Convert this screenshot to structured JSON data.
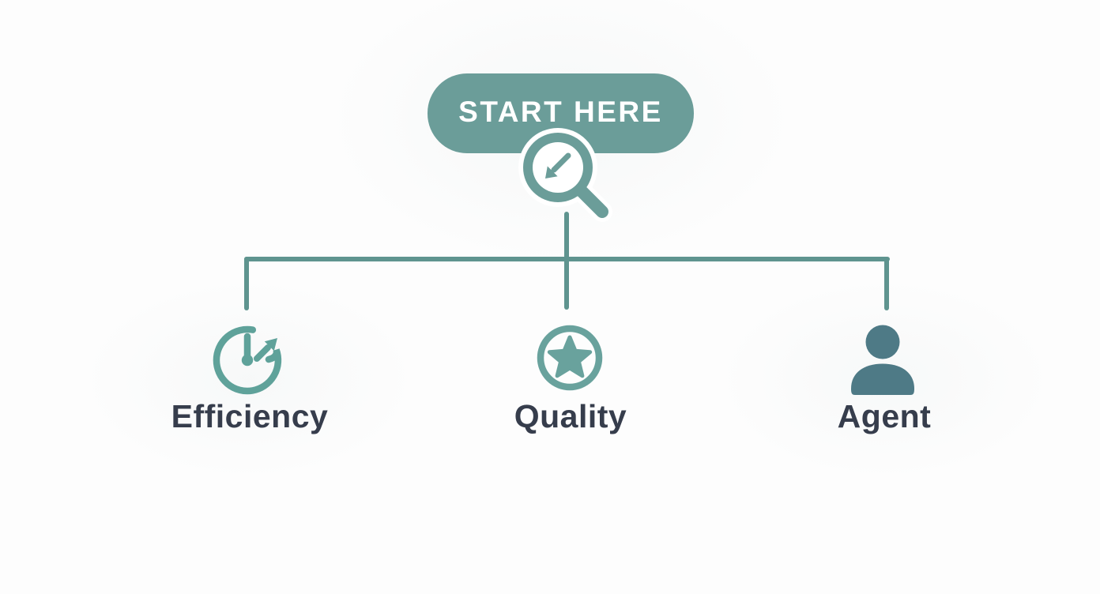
{
  "diagram": {
    "start": {
      "label": "START HERE",
      "icon": "magnifier-arrow-down-left-icon"
    },
    "branches": [
      {
        "id": "efficiency",
        "label": "Efficiency",
        "icon": "timer-arrow-icon"
      },
      {
        "id": "quality",
        "label": "Quality",
        "icon": "star-badge-icon"
      },
      {
        "id": "agent",
        "label": "Agent",
        "icon": "person-icon"
      }
    ],
    "colors": {
      "pill_background": "#6B9D99",
      "pill_text": "#FFFFFF",
      "connector": "#5F948F",
      "efficiency_icon": "#5FA29A",
      "quality_icon": "#69A29D",
      "agent_icon": "#4E7A86",
      "label_text": "#363D4C"
    }
  }
}
